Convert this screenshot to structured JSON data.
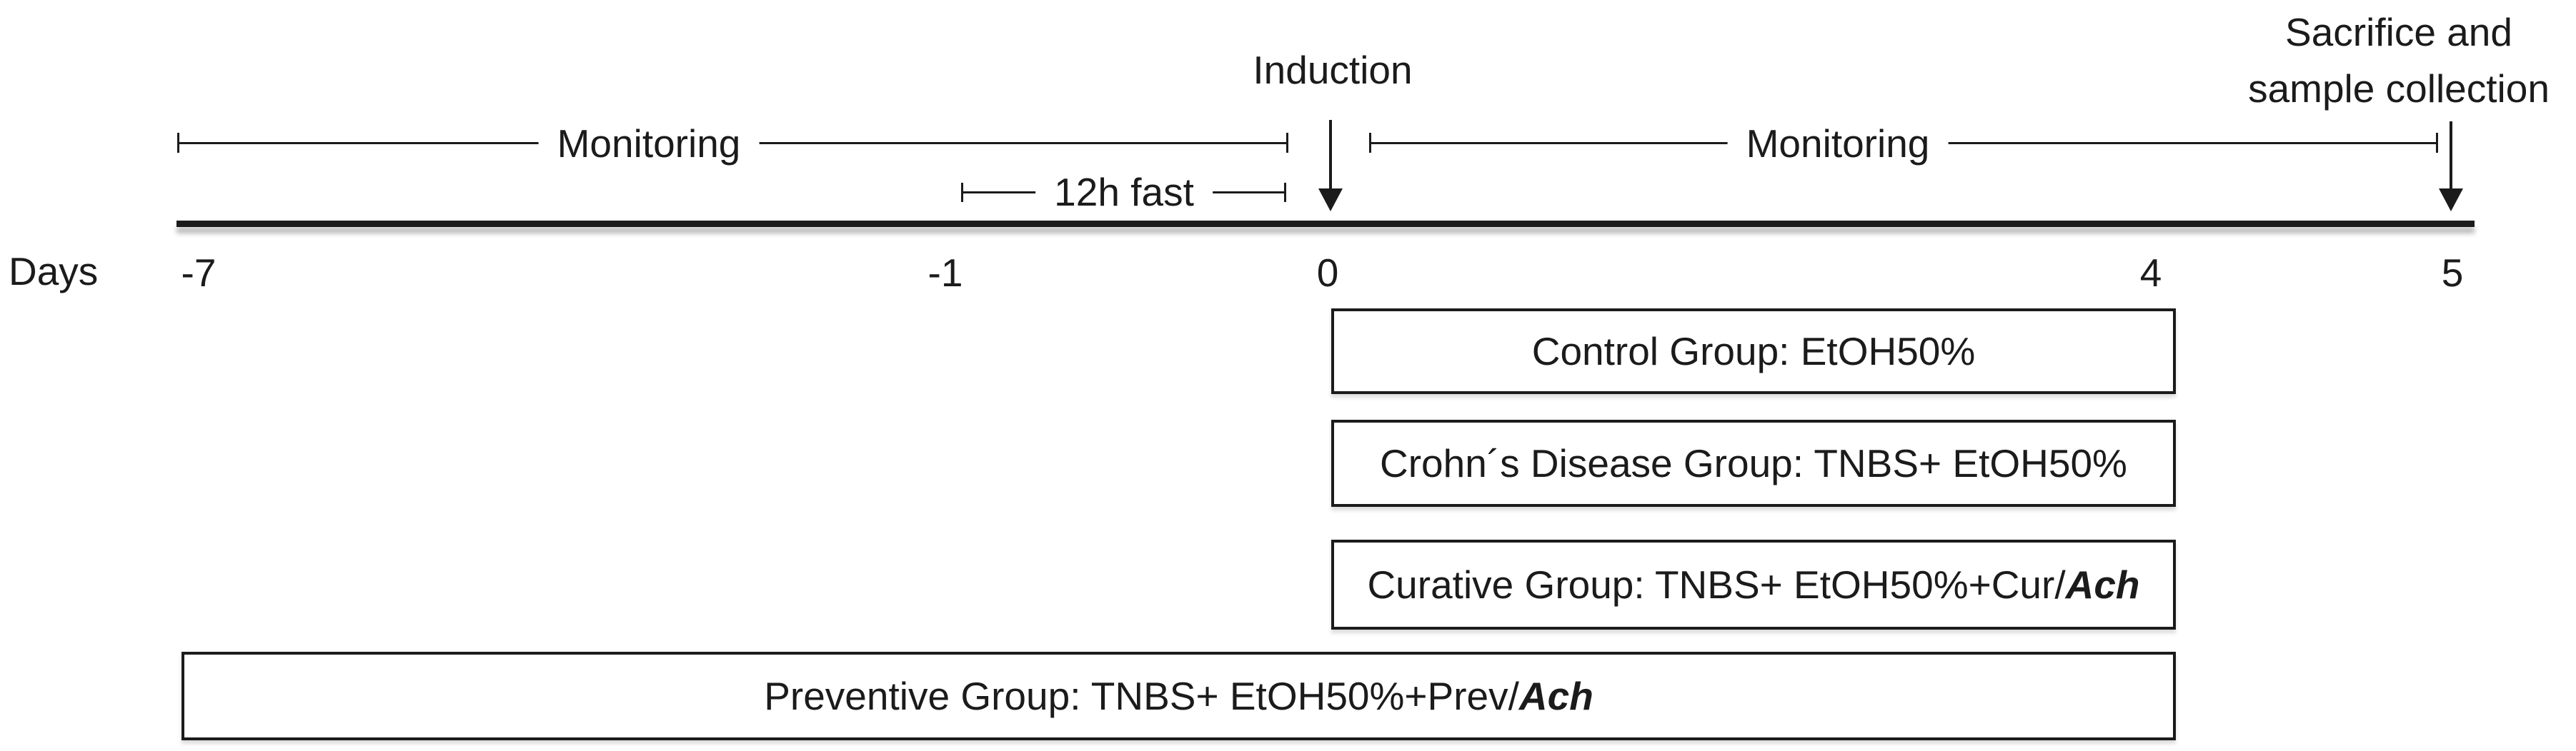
{
  "figure": {
    "background_color": "#ffffff",
    "ink_color": "#1b1b1b"
  },
  "axis": {
    "label": "Days",
    "ticks": [
      "-7",
      "-1",
      "0",
      "4",
      "5"
    ]
  },
  "annotations": {
    "monitoring_left": "Monitoring",
    "fast_window": "12h fast",
    "induction": "Induction",
    "monitoring_right": "Monitoring",
    "sacrifice_line1": "Sacrifice and",
    "sacrifice_line2": "sample collection"
  },
  "groups": [
    {
      "label": "Control Group: EtOH50%",
      "italic": ""
    },
    {
      "label": "Crohn´s Disease Group: TNBS+ EtOH50%",
      "italic": ""
    },
    {
      "label": "Curative Group: TNBS+ EtOH50%+Cur/",
      "italic": "Ach"
    },
    {
      "label": "Preventive Group: TNBS+ EtOH50%+Prev/",
      "italic": "Ach"
    }
  ]
}
